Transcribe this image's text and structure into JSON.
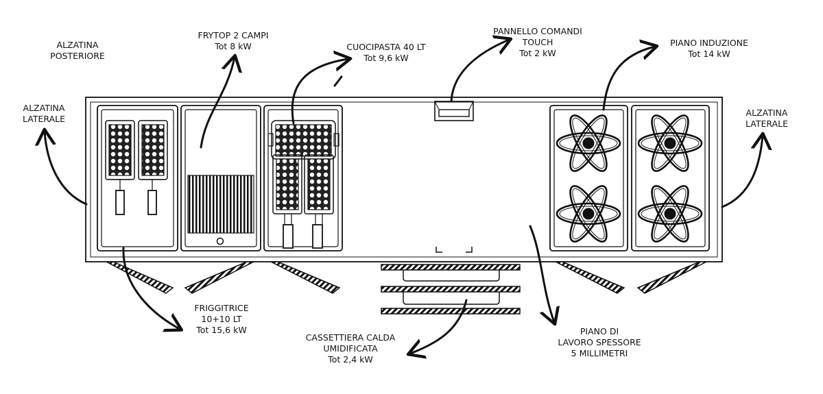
{
  "labels": {
    "alzatina_posteriore": [
      "ALZATINA",
      "POSTERIORE"
    ],
    "frytop": [
      "FRYTOP 2 CAMPI",
      "Tot 8 kW"
    ],
    "cuocipasta": [
      "CUOCIPASTA 40 LT",
      "Tot 9,6 kW"
    ],
    "pannello": [
      "PANNELLO COMANDI",
      "TOUCH",
      "Tot 2 kW"
    ],
    "induzione": [
      "PIANO INDUZIONE",
      "Tot 14 kW"
    ],
    "alzatina_laterale_left": [
      "ALZATINA",
      "LATERALE"
    ],
    "alzatina_laterale_right": [
      "ALZATINA",
      "LATERALE"
    ],
    "friggitrice": [
      "FRIGGITRICE",
      "10+10 LT",
      "Tot 15,6 kW"
    ],
    "cassettiera": [
      "CASSETTIERA CALDA",
      "UMIDIFICATA",
      "Tot 2,4 kW"
    ],
    "piano_lavoro": [
      "PIANO DI",
      "LAVORO SPESSORE",
      "5 MILLIMETRI"
    ]
  },
  "colors": {
    "stroke": "#111111",
    "background": "#ffffff"
  }
}
